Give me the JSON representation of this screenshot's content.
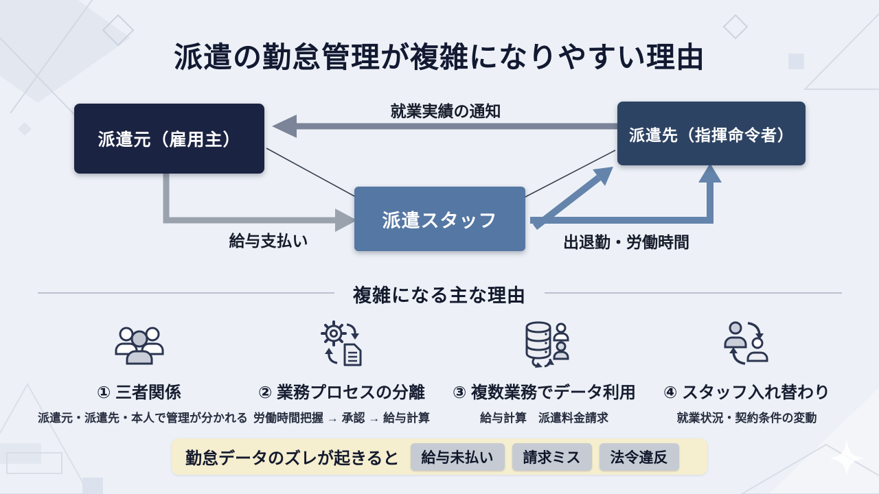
{
  "page": {
    "title": "派遣の勤怠管理が複雑になりやすい理由"
  },
  "diagram": {
    "nodes": {
      "agency": "派遣元（雇用主）",
      "client": "派遣先（指揮命令者）",
      "staff": "派遣スタッフ"
    },
    "flows": {
      "work_report": "就業実績の通知",
      "salary_payment": "給与支払い",
      "attendance": "出退勤・労働時間"
    }
  },
  "reasons": {
    "heading": "複雑になる主な理由",
    "items": [
      {
        "icon": "people-group-icon",
        "title": "① 三者関係",
        "subtitle": "派遣元・派遣先・本人で管理が分かれる"
      },
      {
        "icon": "gear-document-cycle-icon",
        "title": "② 業務プロセスの分離",
        "subtitle": "労働時間把握 → 承認 → 給与計算"
      },
      {
        "icon": "database-users-icon",
        "title": "③ 複数業務でデータ利用",
        "subtitle": "給与計算　派遣料金請求"
      },
      {
        "icon": "staff-swap-icon",
        "title": "④ スタッフ入れ替わり",
        "subtitle": "就業状況・契約条件の変動"
      }
    ]
  },
  "warning": {
    "label": "勤怠データのズレが起きると",
    "badges": [
      "給与未払い",
      "請求ミス",
      "法令違反"
    ]
  },
  "colors": {
    "background": "#edf1f7",
    "agency_box": "#1b2342",
    "client_box": "#2d4363",
    "staff_box": "#5577a3",
    "report_arrow": "#7b8498",
    "salary_arrow": "#9aa2ae",
    "attendance_arrow": "#6484ab",
    "banner_bg": "#f5eecf",
    "badge_bg": "#c6cbd3",
    "text_dark": "#141a2d"
  }
}
